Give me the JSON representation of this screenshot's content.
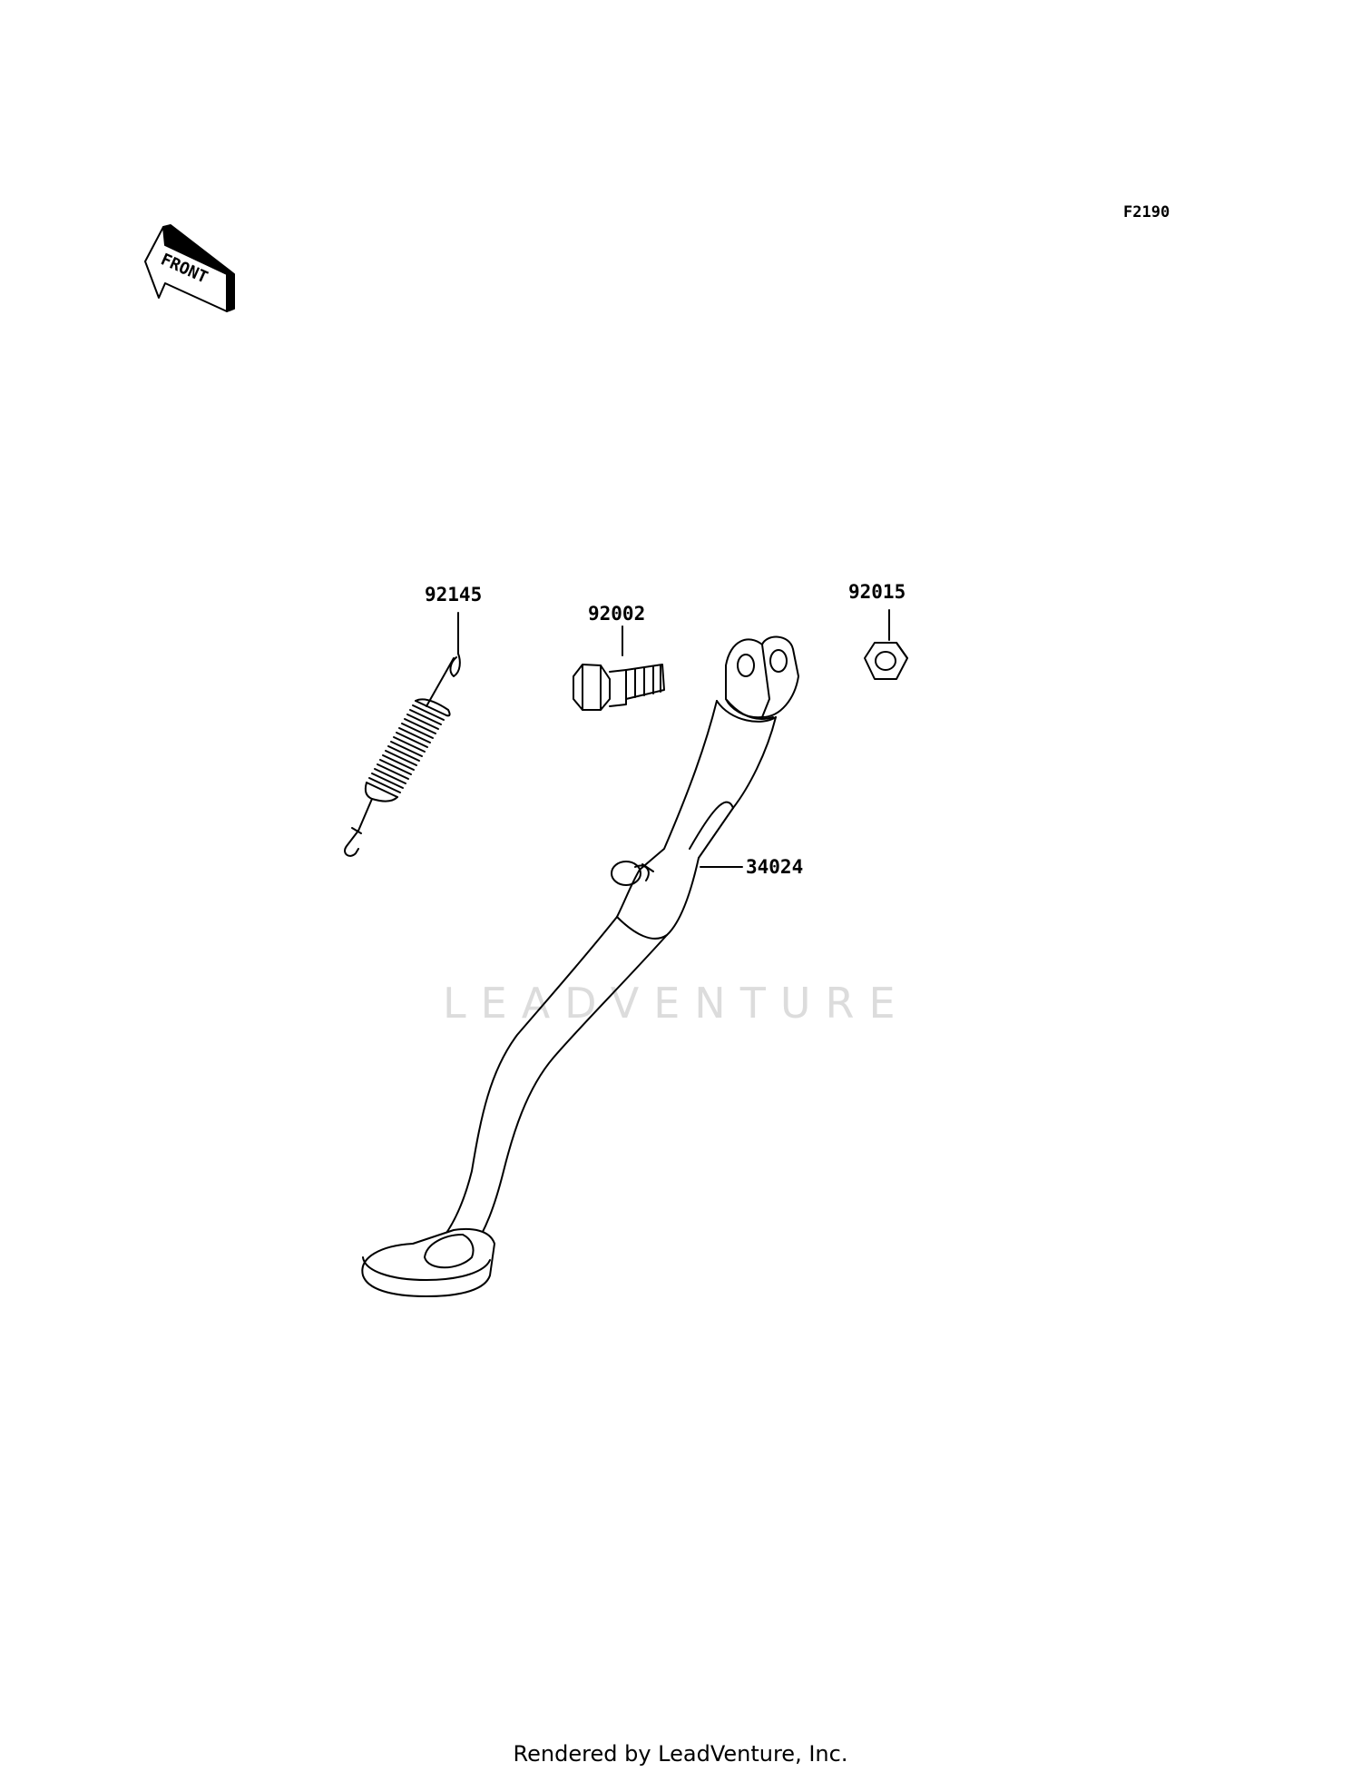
{
  "diagram": {
    "figure_code": "F2190",
    "front_label": "FRONT",
    "watermark": "LEADVENTURE",
    "footer": "Rendered by LeadVenture, Inc.",
    "callouts": [
      {
        "part": "92145"
      },
      {
        "part": "92002"
      },
      {
        "part": "92015"
      },
      {
        "part": "34024"
      }
    ]
  }
}
